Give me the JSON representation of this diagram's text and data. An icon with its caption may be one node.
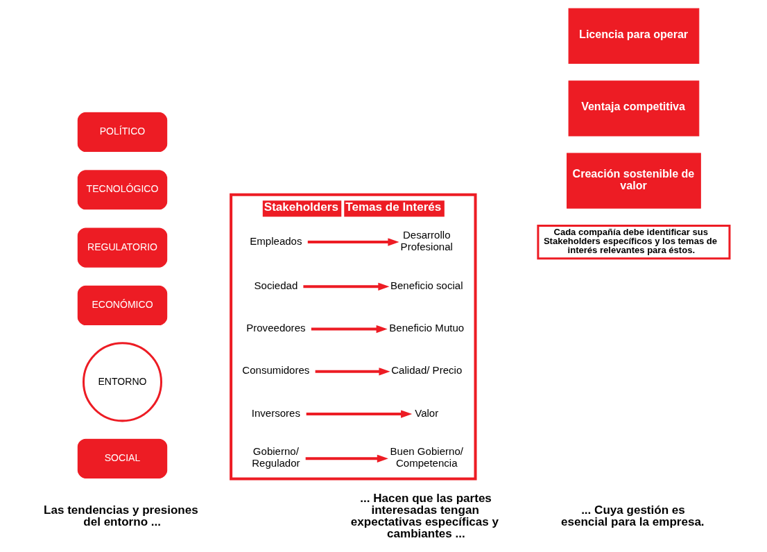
{
  "diagram": {
    "nodes": [
      {
        "text": [
          "POLÍTICO"
        ]
      },
      {
        "text": [
          "SOCIAL"
        ]
      },
      {
        "text": [
          "TECNOLÓGICO"
        ]
      },
      {
        "text": [
          "REGULATORIO"
        ]
      },
      {
        "text": [
          "ECONÓMICO"
        ]
      },
      {
        "text": [
          "ENTORNO"
        ]
      },
      {
        "text": [
          "Stakeholders",
          "Temas de Interés"
        ]
      },
      {
        "text": [
          "Gobierno/ Regulador"
        ],
        "in": 6
      },
      {
        "text": [
          "Buen Gobierno/ Competencia"
        ],
        "in": 6
      },
      {
        "text": [
          "Inversores"
        ],
        "in": 6
      },
      {
        "text": [
          "Valor"
        ],
        "in": 6
      },
      {
        "text": [
          "Consumidores"
        ],
        "in": 6
      },
      {
        "text": [
          "Calidad/ Precio"
        ],
        "in": 6
      },
      {
        "text": [
          "Proveedores"
        ],
        "in": 6
      },
      {
        "text": [
          "Beneficio Mutuo"
        ],
        "in": 6
      },
      {
        "text": [
          "Sociedad"
        ],
        "in": 6
      },
      {
        "text": [
          "Beneficio social"
        ],
        "in": 6
      },
      {
        "text": [
          "Empleados"
        ],
        "in": 6
      },
      {
        "text": [
          "Desarrollo Profesional"
        ],
        "in": 6
      },
      {
        "text": [
          "Licencia para operar"
        ]
      },
      {
        "text": [
          "Ventaja competitiva"
        ]
      },
      {
        "text": [
          "Creación sostenible de valor"
        ]
      },
      {
        "text": [
          "Cada compañía debe identificar sus Stakeholders específicos y los temas de interés relevantes para éstos."
        ]
      }
    ],
    "edges": [
      {
        "from": 7,
        "to": 8,
        "arrow": "to"
      },
      {
        "from": 9,
        "to": 10,
        "arrow": "to"
      },
      {
        "from": 11,
        "to": 12,
        "arrow": "to"
      },
      {
        "from": 13,
        "to": 14,
        "arrow": "to"
      },
      {
        "from": 15,
        "to": 16,
        "arrow": "to"
      },
      {
        "from": 17,
        "to": 18,
        "arrow": "to"
      }
    ],
    "labels": [
      "Las tendencias y presiones del entorno ...",
      "... Hacen que las partes interesadas tengan expectativas específicas y cambiantes ...",
      "... Cuya gestión es esencial para la empresa."
    ]
  }
}
